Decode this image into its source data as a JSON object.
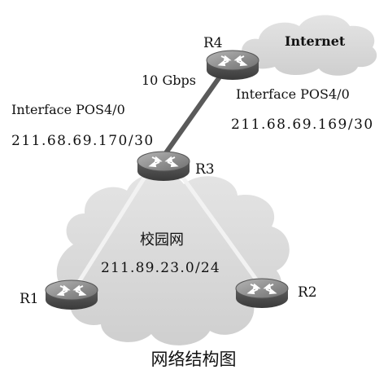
{
  "diagram": {
    "caption": "网络结构图",
    "campus_cloud_label": "校园网",
    "campus_subnet": "211.89.23.0/24",
    "internet_label": "Internet",
    "link_speed": "10 Gbps",
    "left_interface": "Interface POS4/0",
    "left_ip": "211.68.69.170/30",
    "right_interface": "Interface POS4/0",
    "right_ip": "211.68.69.169/30",
    "routers": {
      "r1": "R1",
      "r2": "R2",
      "r3": "R3",
      "r4": "R4"
    },
    "colors": {
      "cloud": "#d9d9d9",
      "router_top": "#8a8a8a",
      "router_side": "#4a4a4a",
      "uplink": "#5a5a5a",
      "campus_link": "#eeeeee"
    }
  }
}
